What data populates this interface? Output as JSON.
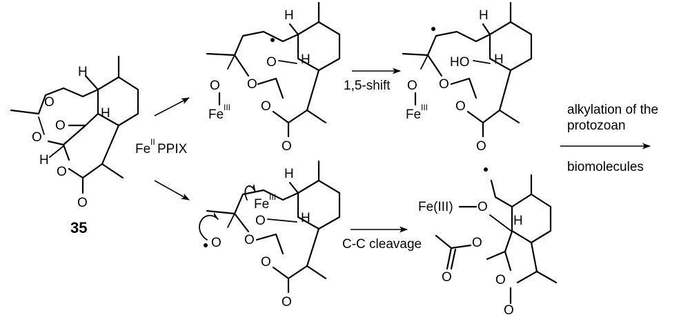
{
  "compound": {
    "number": "35"
  },
  "atoms": {
    "H": "H",
    "O": "O",
    "HO": "HO",
    "Fe": "Fe",
    "Fe_III_paren": "Fe(III)",
    "III": "III",
    "II": "II"
  },
  "reagent": {
    "fe": "Fe",
    "ox": "II",
    "rest": "PPIX"
  },
  "steps": {
    "shift": "1,5-shift",
    "cleavage": "C-C cleavage",
    "alkylation_line1": "alkylation of the",
    "alkylation_line2": "protozoan",
    "alkylation_line3": "biomolecules"
  }
}
